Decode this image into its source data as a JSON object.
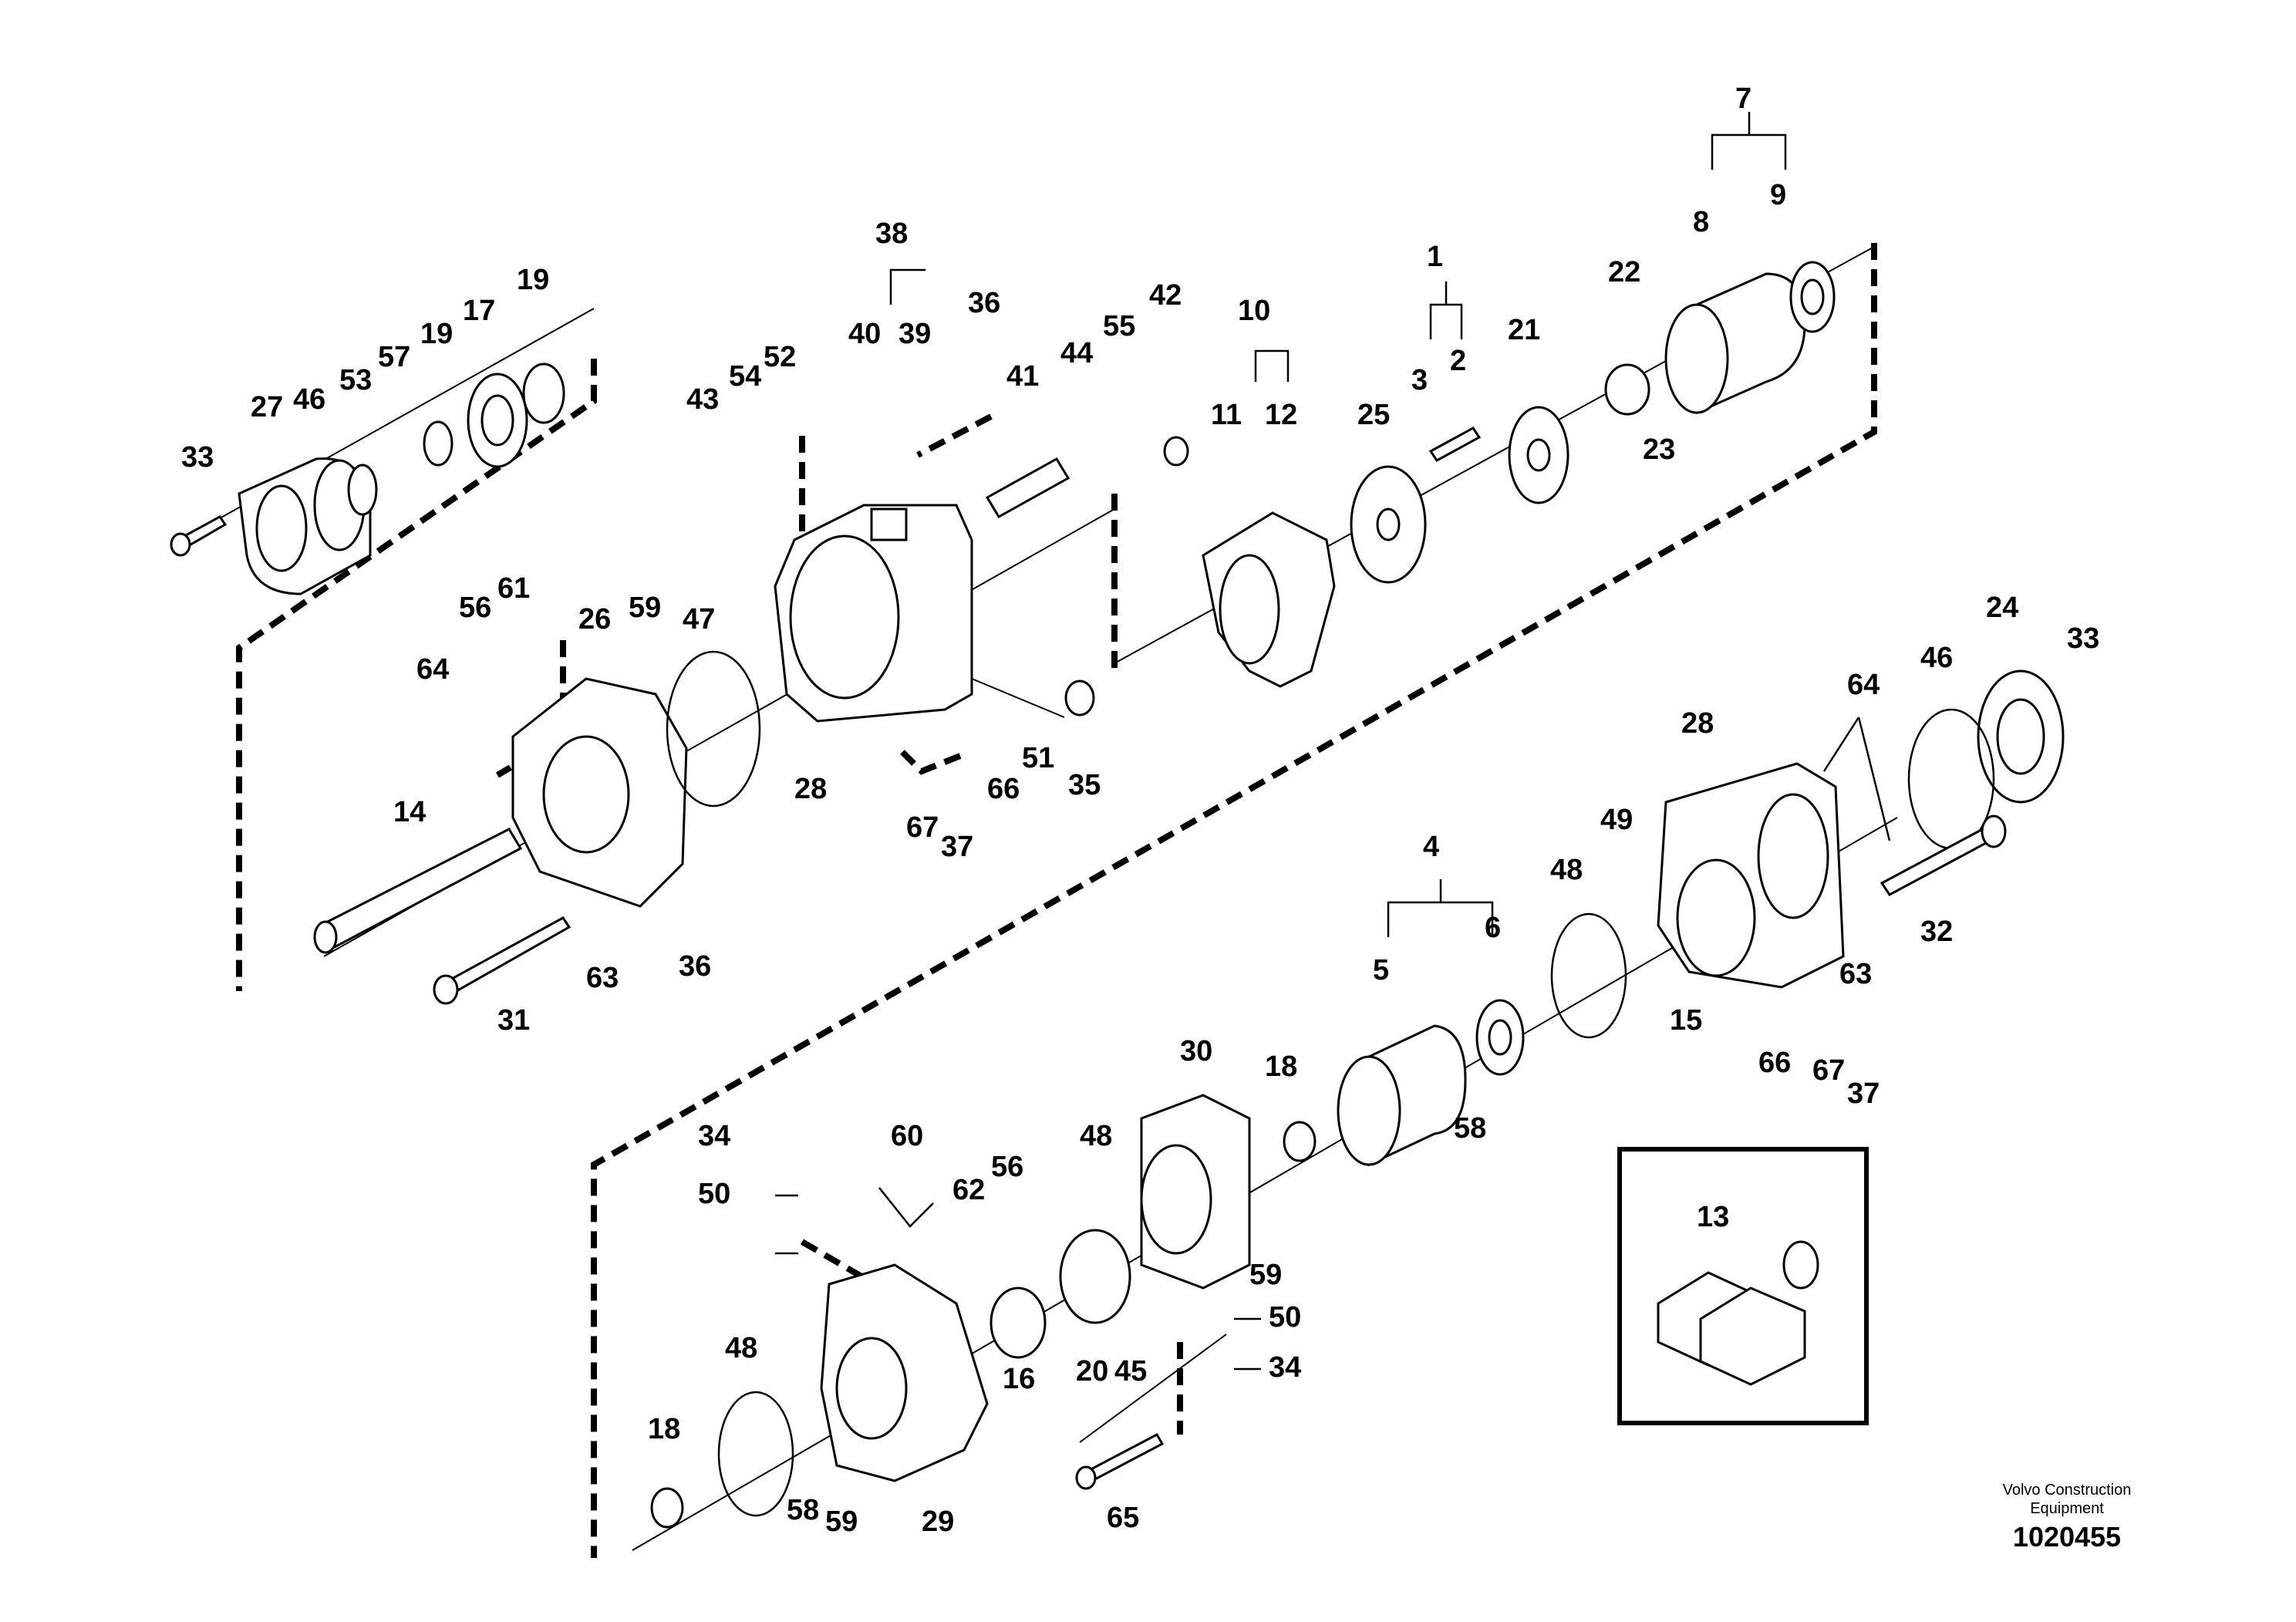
{
  "callouts": {
    "c1": "1",
    "c2": "2",
    "c3": "3",
    "c4": "4",
    "c5": "5",
    "c6": "6",
    "c7": "7",
    "c8": "8",
    "c9": "9",
    "c10": "10",
    "c11": "11",
    "c12": "12",
    "c13": "13",
    "c14": "14",
    "c15": "15",
    "c16": "16",
    "c17": "17",
    "c18": "18",
    "c19": "19",
    "c20": "20",
    "c21": "21",
    "c22": "22",
    "c23": "23",
    "c24": "24",
    "c25": "25",
    "c26": "26",
    "c27": "27",
    "c28": "28",
    "c29": "29",
    "c30": "30",
    "c31": "31",
    "c32": "32",
    "c33": "33",
    "c34": "34",
    "c35": "35",
    "c36": "36",
    "c37": "37",
    "c38": "38",
    "c39": "39",
    "c40": "40",
    "c41": "41",
    "c42": "42",
    "c43": "43",
    "c44": "44",
    "c45": "45",
    "c46": "46",
    "c47": "47",
    "c48": "48",
    "c49": "49",
    "c50": "50",
    "c51": "51",
    "c52": "52",
    "c53": "53",
    "c54": "54",
    "c55": "55",
    "c56": "56",
    "c57": "57",
    "c58": "58",
    "c59": "59",
    "c60": "60",
    "c61": "61",
    "c62": "62",
    "c63": "63",
    "c64": "64",
    "c65": "65",
    "c66": "66",
    "c67": "67"
  },
  "footer": {
    "brand_line1": "Volvo Construction",
    "brand_line2": "Equipment",
    "document_number": "1020455"
  }
}
